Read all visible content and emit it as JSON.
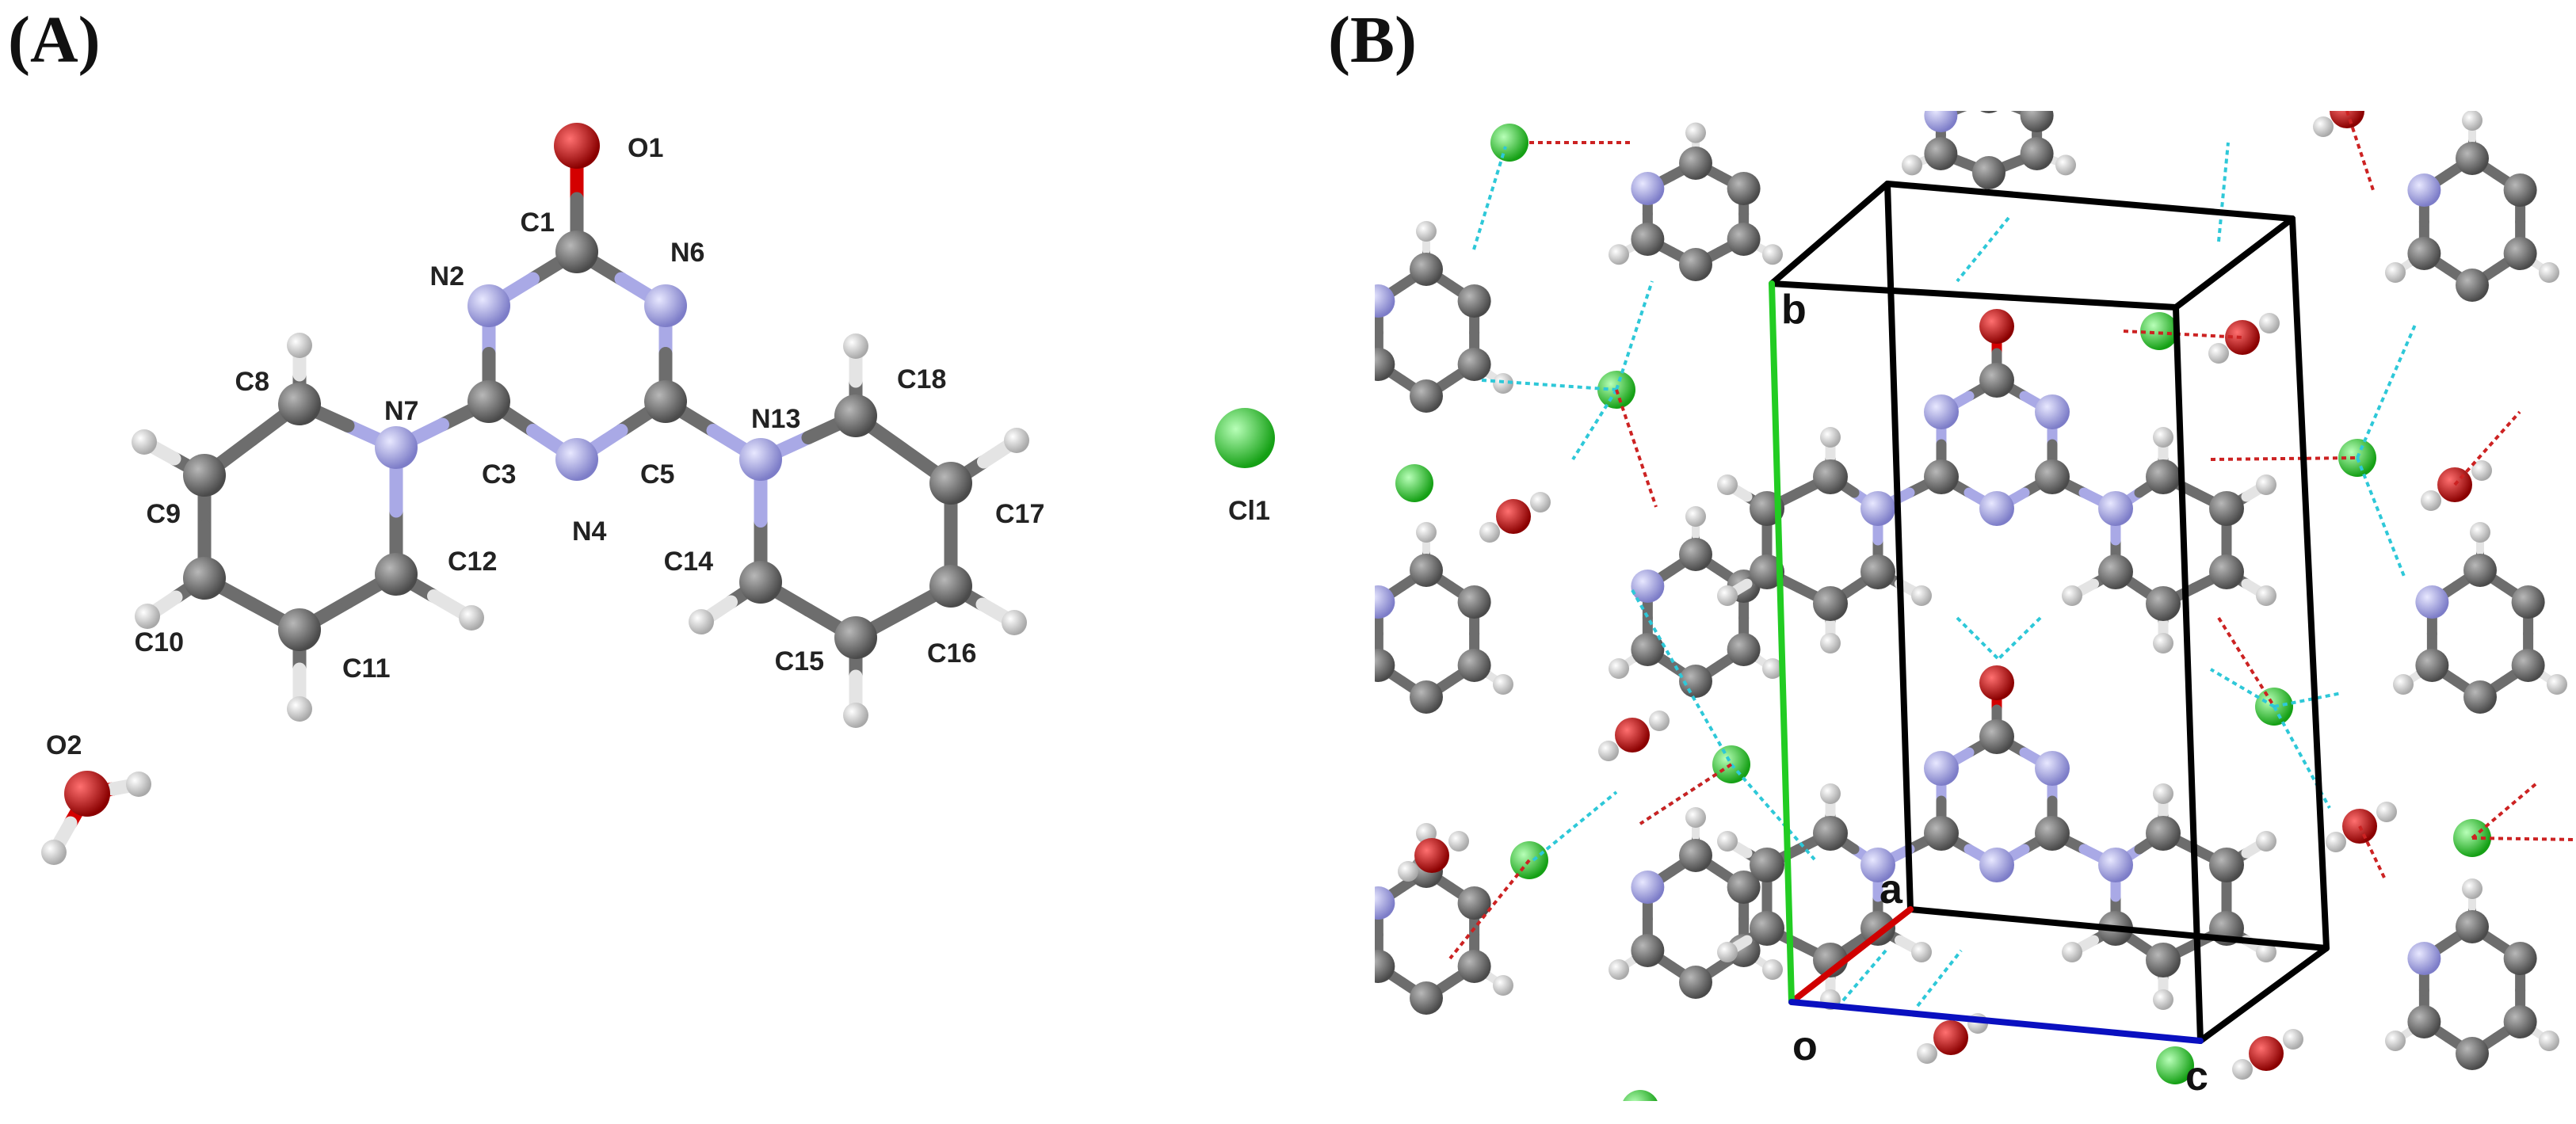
{
  "panels": [
    {
      "id": "A",
      "label": "(A)"
    },
    {
      "id": "B",
      "label": "(B)"
    }
  ],
  "panel_a_labels": {
    "O1": "O1",
    "C1": "C1",
    "N2": "N2",
    "N6": "N6",
    "C3": "C3",
    "C5": "C5",
    "N4": "N4",
    "N7": "N7",
    "N13": "N13",
    "C8": "C8",
    "C9": "C9",
    "C10": "C10",
    "C11": "C11",
    "C12": "C12",
    "C14": "C14",
    "C15": "C15",
    "C16": "C16",
    "C17": "C17",
    "C18": "C18",
    "Cl1": "Cl1",
    "O2": "O2"
  },
  "unit_cell_labels": {
    "a": "a",
    "b": "b",
    "c": "c",
    "o": "o"
  },
  "colors": {
    "carbon": "#6d6d6d",
    "nitrogen": "#a9a9e6",
    "oxygen": "#d40000",
    "hydrogen": "#e4e4e4",
    "chlorine": "#35d935",
    "cell_edge": "#000000",
    "axis_a": "#d00000",
    "axis_b": "#22cc22",
    "axis_c": "#0a10c0",
    "hbond_cyan": "#2ec8d8",
    "hbond_red": "#cc2222"
  }
}
